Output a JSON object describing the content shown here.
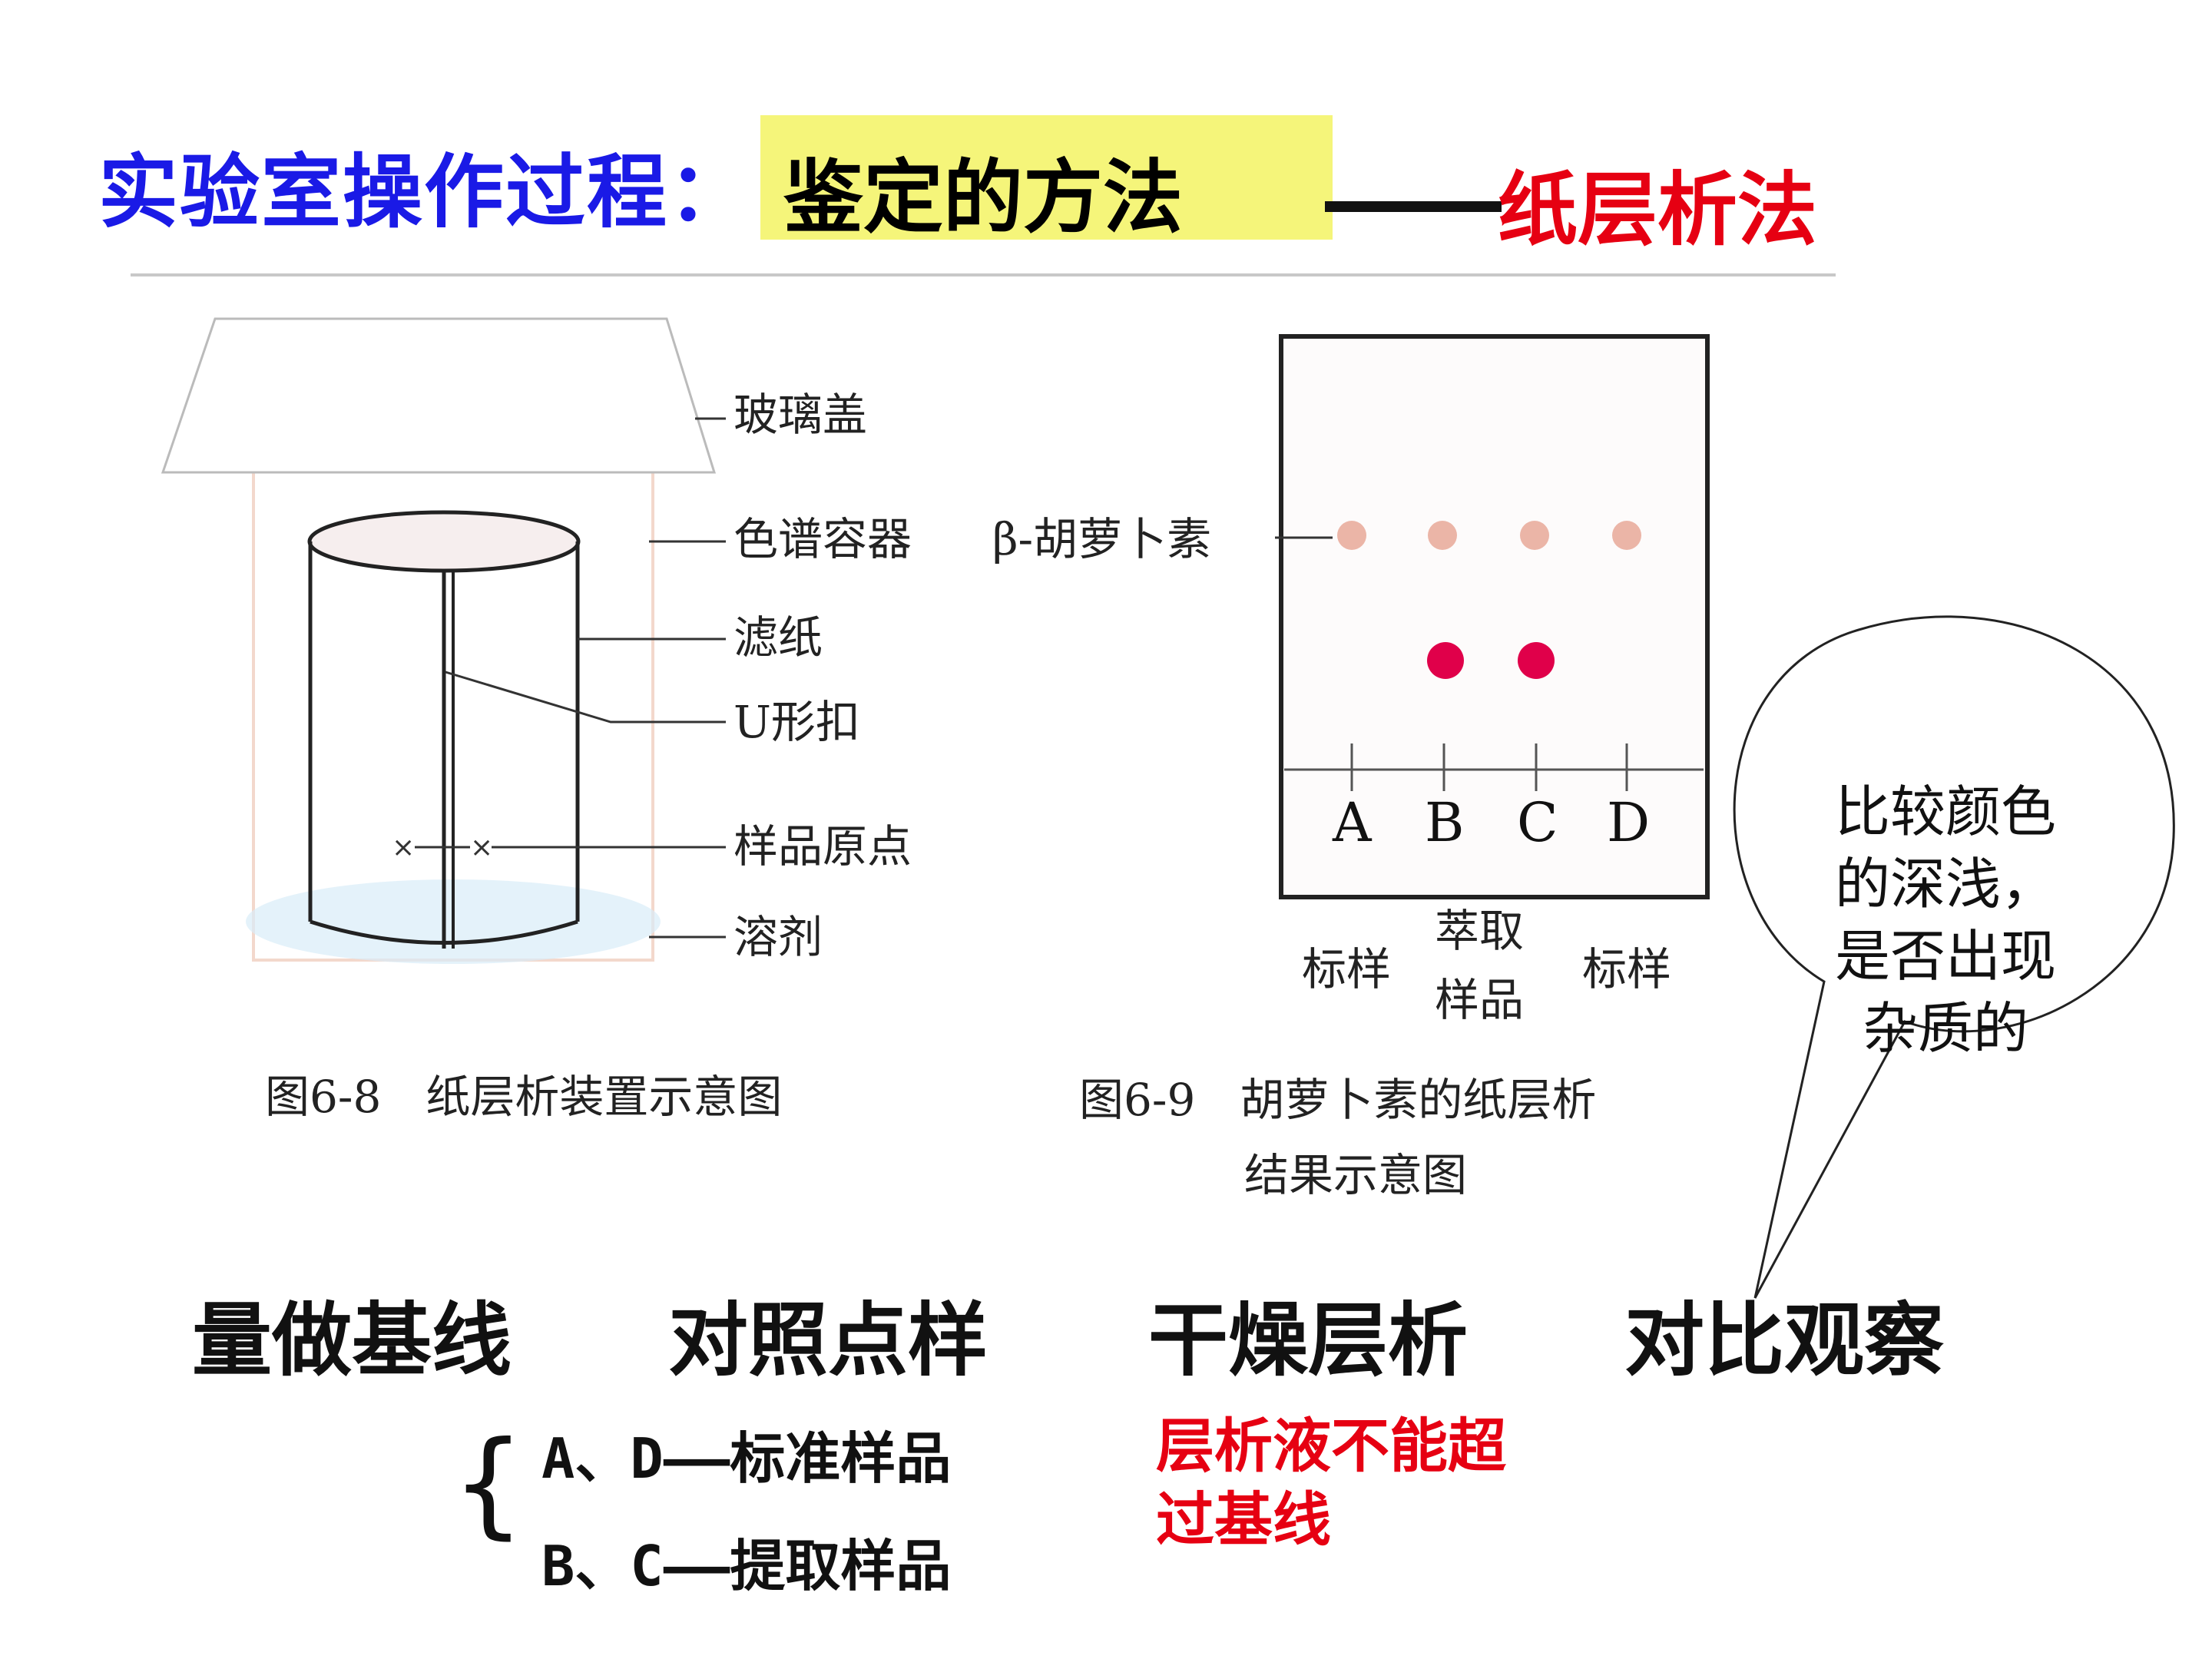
{
  "header": {
    "title_prefix": "实验室操作过程：",
    "highlight": "鉴定的方法",
    "method": "纸层析法"
  },
  "left_figure": {
    "labels": {
      "glass_cover": "玻璃盖",
      "container": "色谱容器",
      "filter_paper": "滤纸",
      "u_clip": "U形扣",
      "origin": "样品原点",
      "solvent": "溶剂"
    },
    "caption": "图6-8　纸层析装置示意图"
  },
  "right_figure": {
    "beta_label": "β-胡萝卜素",
    "lanes": [
      "A",
      "B",
      "C",
      "D"
    ],
    "sample_labels": {
      "standard_left": "标样",
      "extract_line1": "萃取",
      "extract_line2": "样品",
      "standard_right": "标样"
    },
    "caption_line1": "图6-9　胡萝卜素的纸层析",
    "caption_line2": "结果示意图",
    "colors": {
      "faint_spot": "#e8a898",
      "strong_spot": "#e0004a"
    }
  },
  "bubble": {
    "text": "比较颜色的深浅，是否出现杂质的"
  },
  "steps": [
    "量做基线",
    "对照点样",
    "干燥层析",
    "对比观察"
  ],
  "sample_notes": {
    "ad": "A、D——标准样品",
    "bc": "B、C——提取样品"
  },
  "red_note": "层析液不能超过基线"
}
